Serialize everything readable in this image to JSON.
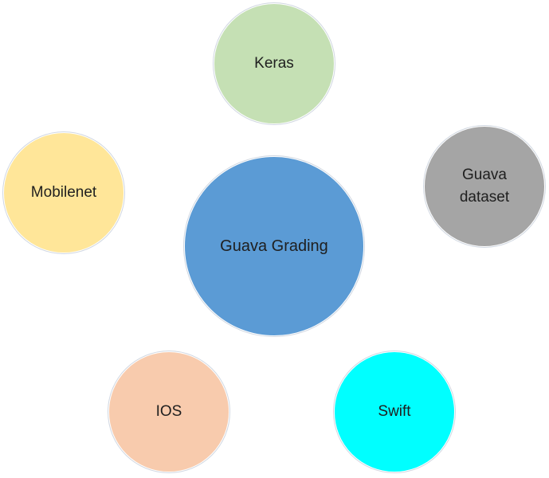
{
  "diagram": {
    "nodes": [
      {
        "id": "center",
        "label": "Guava Grading",
        "color": "#5b9bd5"
      },
      {
        "id": "keras",
        "label": "Keras",
        "color": "#c5e0b4"
      },
      {
        "id": "mobilenet",
        "label": "Mobilenet",
        "color": "#ffe699"
      },
      {
        "id": "dataset",
        "label": "Guava\ndataset",
        "color": "#a5a5a5"
      },
      {
        "id": "ios",
        "label": "IOS",
        "color": "#f8cbad"
      },
      {
        "id": "swift",
        "label": "Swift",
        "color": "#00ffff"
      }
    ]
  }
}
